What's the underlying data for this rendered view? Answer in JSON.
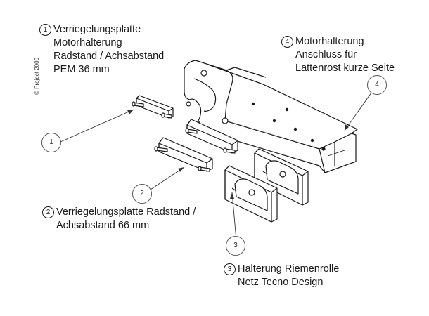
{
  "copyright": "© Project 2000",
  "captions": {
    "c1": {
      "num": "1",
      "lines": [
        "Verriegelungsplatte",
        "Motorhalterung",
        "Radstand / Achsabstand",
        "PEM 36 mm"
      ]
    },
    "c2": {
      "num": "2",
      "lines": [
        "Verriegelungsplatte Radstand /",
        "Achsabstand 66 mm"
      ]
    },
    "c3": {
      "num": "3",
      "lines": [
        "Halterung Riemenrolle",
        "Netz Tecno Design"
      ]
    },
    "c4": {
      "num": "4",
      "lines": [
        "Motorhalterung",
        "Anschluss für",
        "Lattenrost kurze Seite"
      ]
    }
  },
  "callouts": [
    "1",
    "2",
    "3",
    "4"
  ],
  "colors": {
    "line": "#1a1a1a",
    "fill": "#ffffff",
    "shade": "#d9d9d9"
  }
}
